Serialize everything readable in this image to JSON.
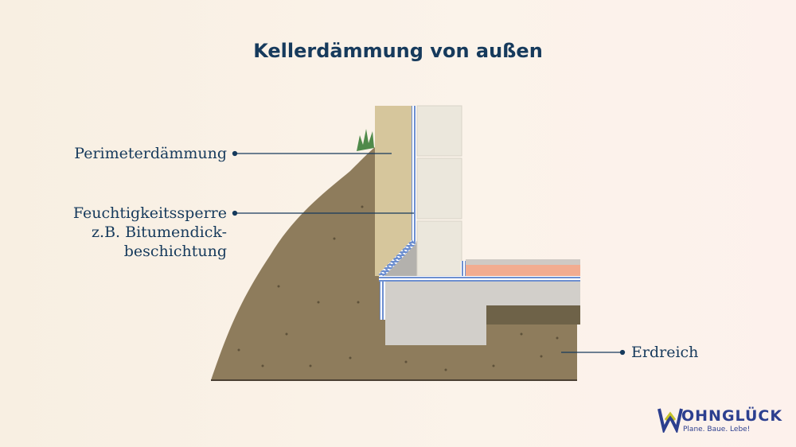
{
  "title": "Kellerdämmung von außen",
  "labels": {
    "perimeter": "Perimeterdämmung",
    "moisture_1": "Feuchtigkeitssperre",
    "moisture_2": "z.B. Bitumendick-",
    "moisture_3": "beschichtung",
    "soil": "Erdreich"
  },
  "logo": {
    "name": "OHNGLÜCK",
    "tagline": "Plane. Baue. Lebe!",
    "letter": "W"
  },
  "colors": {
    "title": "#163a5c",
    "soil": "#8e7c5c",
    "insulation": "#d6c69c",
    "wall": "#ebe7dc",
    "concrete": "#d2cfca",
    "barrier": "#6d8fd0",
    "floor_insulation": "#f2ac90",
    "dark_soil": "#6e6248"
  }
}
